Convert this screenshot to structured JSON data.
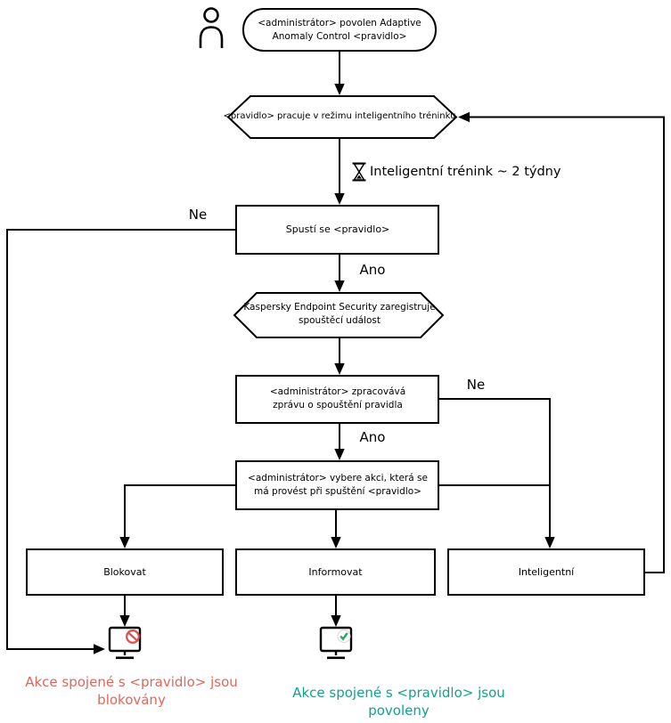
{
  "palette": {
    "line": "#000000",
    "blocked_caption": "#e2665a",
    "allowed_caption": "#13a08e",
    "badge_blocked": "#d9534f",
    "badge_allowed": "#27a85f"
  },
  "nodes": {
    "start": {
      "label": "<administrátor> povolen Adaptive Anomaly Control <pravidlo>"
    },
    "training_mode": {
      "label": "<pravidlo> pracuje v režimu inteligentního tréninku"
    },
    "rule_triggers": {
      "label": "Spustí se <pravidlo>"
    },
    "register_event": {
      "label": "Kaspersky Endpoint Security zaregistruje spouštěcí událost"
    },
    "admin_report": {
      "label": "<administrátor> zpracovává zprávu o spouštění pravidla"
    },
    "admin_action": {
      "label": "<administrátor> vybere akci, která se má provést při spuštění <pravidlo>"
    },
    "block": {
      "label": "Blokovat"
    },
    "inform": {
      "label": "Informovat"
    },
    "smart": {
      "label": "Inteligentní"
    }
  },
  "annotations": {
    "training_note": "Inteligentní trénink ~ 2 týdny",
    "ne_start": "Ne",
    "ano_start": "Ano",
    "ne_report": "Ne",
    "ano_report": "Ano"
  },
  "captions": {
    "blocked": "Akce spojené s <pravidlo> jsou blokovány",
    "allowed": "Akce spojené s <pravidlo> jsou povoleny"
  },
  "icons": {
    "actor": "person-icon",
    "training": "hourglass-icon",
    "blocked_result": "monitor-blocked-icon",
    "allowed_result": "monitor-check-icon"
  }
}
